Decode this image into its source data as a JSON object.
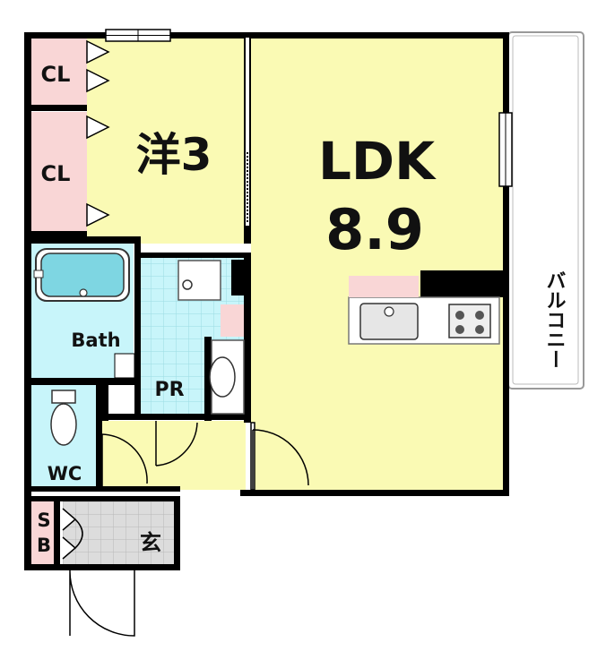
{
  "rooms": {
    "ldk_name": "LDK",
    "ldk_size": "8.9",
    "western_room": "洋3",
    "closet_upper": "CL",
    "closet_lower": "CL",
    "bath": "Bath",
    "powder_room": "PR",
    "toilet": "WC",
    "shoe_box_s": "S",
    "shoe_box_b": "B",
    "entrance": "玄",
    "balcony": "バルコニー"
  },
  "colors": {
    "ldk": "#fafab4",
    "closet": "#f9d6d6",
    "wet_area": "#c8f5fa",
    "entrance_tile": "#dcdcdc",
    "wall": "#000000",
    "fixture": "#b8ecf0"
  }
}
